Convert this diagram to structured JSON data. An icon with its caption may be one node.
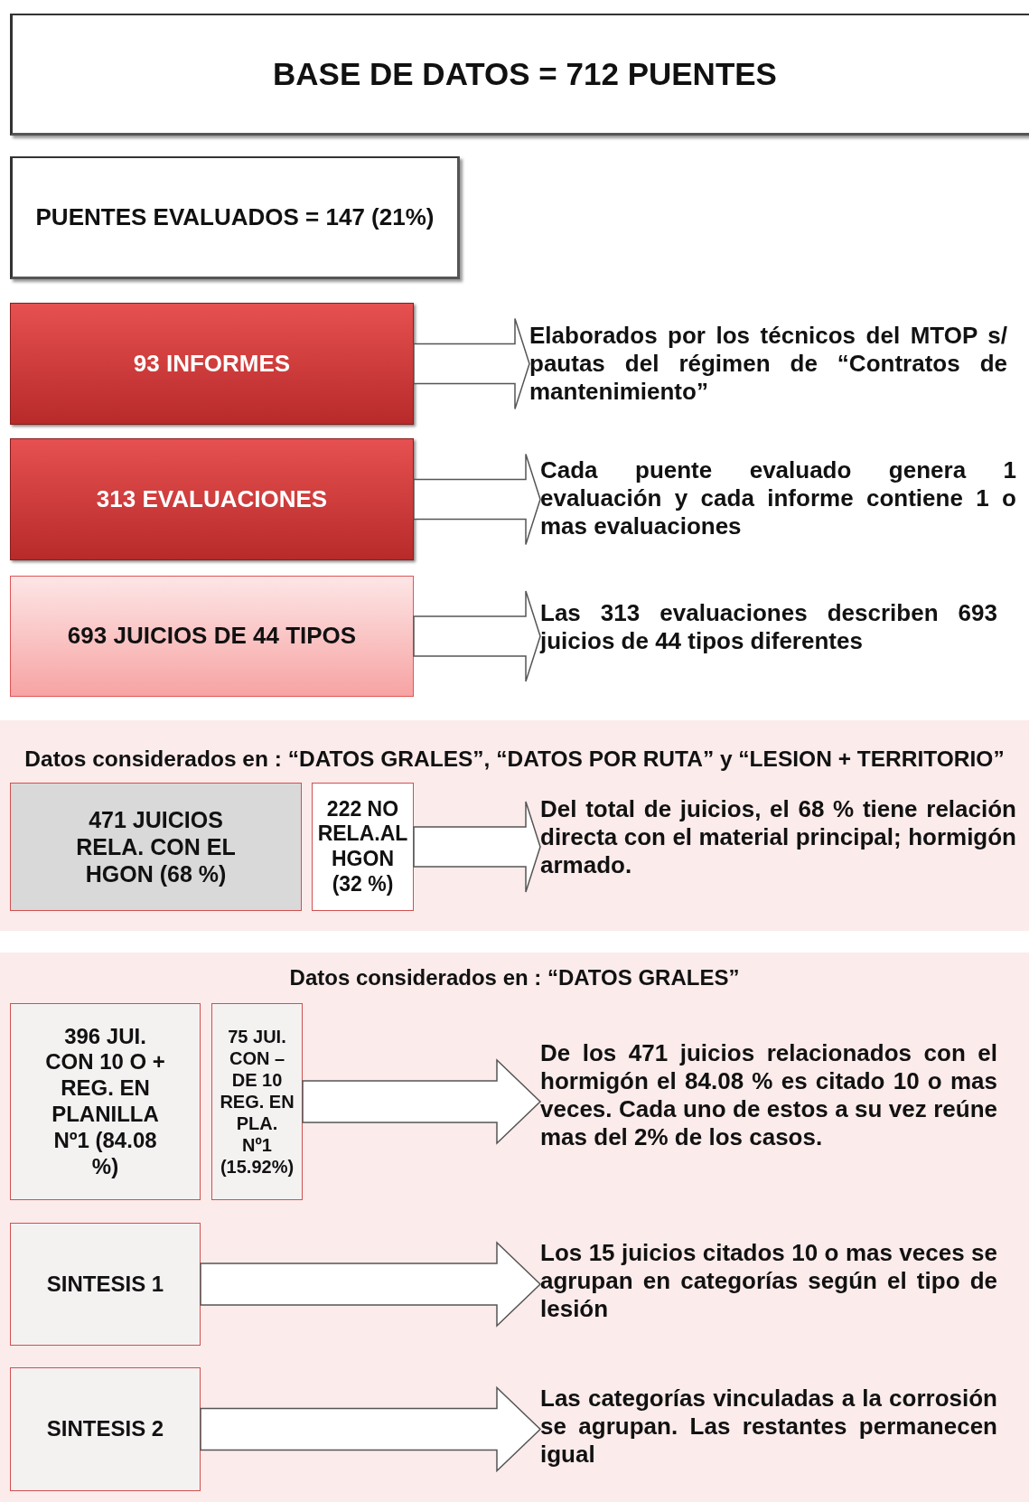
{
  "diagram": {
    "nodes": [
      {
        "text": [
          "BASE DE DATOS = 712 PUENTES"
        ]
      },
      {
        "text": [
          "PUENTES EVALUADOS = 147 (21%)"
        ]
      },
      {
        "text": [
          "93 INFORMES"
        ]
      },
      {
        "text": [
          "Elaborados por los técnicos del MTOP s/ pautas del régimen de “Contratos de mantenimiento”"
        ]
      },
      {
        "text": [
          "313 EVALUACIONES"
        ]
      },
      {
        "text": [
          "Cada puente evaluado genera 1 evaluación y cada informe contiene 1 o mas evaluaciones"
        ]
      },
      {
        "text": [
          "693 JUICIOS DE 44 TIPOS"
        ]
      },
      {
        "text": [
          "Las 313 evaluaciones describen 693 juicios de 44 tipos diferentes"
        ]
      },
      {
        "text": [
          "Datos considerados en : “DATOS GRALES”, “DATOS POR RUTA” y “LESION + TERRITORIO”"
        ]
      },
      {
        "text": [
          "471 JUICIOS RELA. CON EL HGON (68 %)"
        ],
        "in": 8
      },
      {
        "text": [
          "222 NO RELA.AL HGON (32 %)"
        ],
        "in": 8
      },
      {
        "text": [
          "Del total de juicios, el 68 % tiene relación directa con el material principal; hormigón armado."
        ],
        "in": 8
      },
      {
        "text": [
          "Datos considerados en : “DATOS GRALES”"
        ]
      },
      {
        "text": [
          "396 JUI. CON 10 O + REG. EN PLANILLA Nº1 (84.08 %)"
        ],
        "in": 12
      },
      {
        "text": [
          "75 JUI. CON – DE 10 REG. EN PLA. Nº1 (15.92%)"
        ],
        "in": 12
      },
      {
        "text": [
          "De los 471 juicios relacionados con el hormigón el 84.08 % es citado 10 o mas veces. Cada uno de estos a su vez reúne mas del 2% de los casos."
        ],
        "in": 12
      },
      {
        "text": [
          "SINTESIS 1"
        ],
        "in": 12
      },
      {
        "text": [
          "Los 15 juicios citados 10 o mas veces se agrupan en categorías según el tipo de lesión"
        ],
        "in": 12
      },
      {
        "text": [
          "SINTESIS 2"
        ],
        "in": 12
      },
      {
        "text": [
          "Las categorías vinculadas a la corrosión se agrupan. Las restantes permanecen igual"
        ],
        "in": 12
      }
    ],
    "edges": [
      {
        "from": 2,
        "to": 3,
        "arrow": "to"
      },
      {
        "from": 4,
        "to": 5,
        "arrow": "to"
      },
      {
        "from": 6,
        "to": 7,
        "arrow": "to"
      },
      {
        "from": 10,
        "to": 11,
        "arrow": "to"
      },
      {
        "from": 14,
        "to": 15,
        "arrow": "to"
      },
      {
        "from": 16,
        "to": 17,
        "arrow": "to"
      },
      {
        "from": 18,
        "to": 19,
        "arrow": "to"
      }
    ]
  }
}
